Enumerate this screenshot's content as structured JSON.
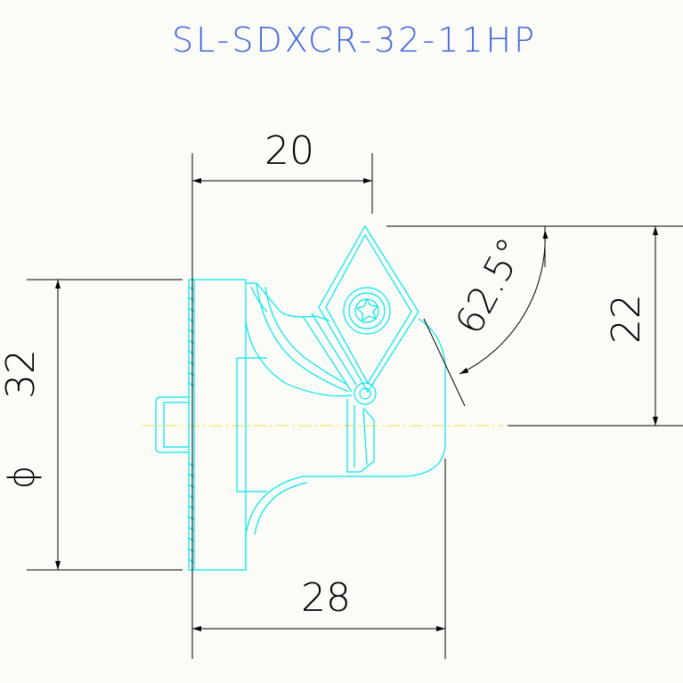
{
  "title": "SL-SDXCR-32-11HP",
  "dimensions": {
    "width_top": "20",
    "width_bottom": "28",
    "height_right": "22",
    "diameter": "32",
    "diameter_symbol": "ϕ",
    "angle": "62.5°"
  },
  "colors": {
    "background": "#fbfcf7",
    "title": "#4466dd",
    "part": "#00e5ee",
    "dimension": "#000000",
    "centerline": "#f0e040"
  }
}
